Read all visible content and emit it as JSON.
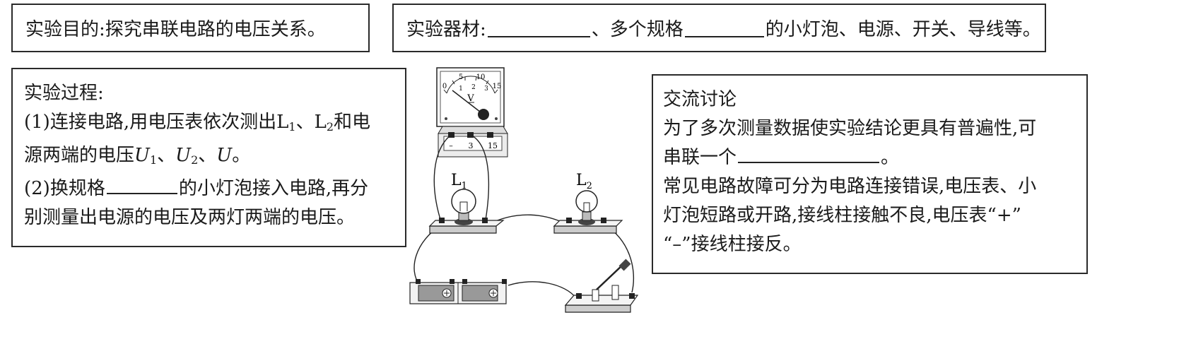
{
  "purpose": {
    "text": "实验目的:探究串联电路的电压关系。"
  },
  "equipment": {
    "lead": "实验器材:",
    "middle": "、多个规格",
    "tail": "的小灯泡、电源、开关、导线等。"
  },
  "procedure": {
    "title": "实验过程:",
    "step1_a": "(1)连接电路,用电压表依次测出L",
    "step1_sub1": "1",
    "step1_b": "、L",
    "step1_sub2": "2",
    "step1_c": "和电",
    "step1_d": "源两端的电压",
    "step1_u": "U",
    "step1_usub1": "1",
    "step1_sep1": "、",
    "step1_u2": "U",
    "step1_usub2": "2",
    "step1_sep2": "、",
    "step1_u3": "U",
    "step1_end": "。",
    "step2_a": "(2)换规格",
    "step2_b": "的小灯泡接入电路,再分",
    "step2_c": "别测量出电源的电压及两灯两端的电压。"
  },
  "discussion": {
    "title": "交流讨论",
    "line1": "为了多次测量数据使实验结论更具有普遍性,可",
    "line2_a": "串联一个",
    "line2_b": "。",
    "line3": "常见电路故障可分为电路连接错误,电压表、小",
    "line4": "灯泡短路或开路,接线柱接触不良,电压表“+”",
    "line5": "“–”接线柱接反。"
  },
  "diagram": {
    "meter_ticks": [
      "0",
      "5",
      "10",
      "15"
    ],
    "meter_inner_ticks": [
      "1",
      "2",
      "3"
    ],
    "meter_unit": "V",
    "terminal_labels": [
      "–",
      "3",
      "15"
    ],
    "lamp1": "L",
    "lamp1_sub": "1",
    "lamp2": "L",
    "lamp2_sub": "2"
  }
}
